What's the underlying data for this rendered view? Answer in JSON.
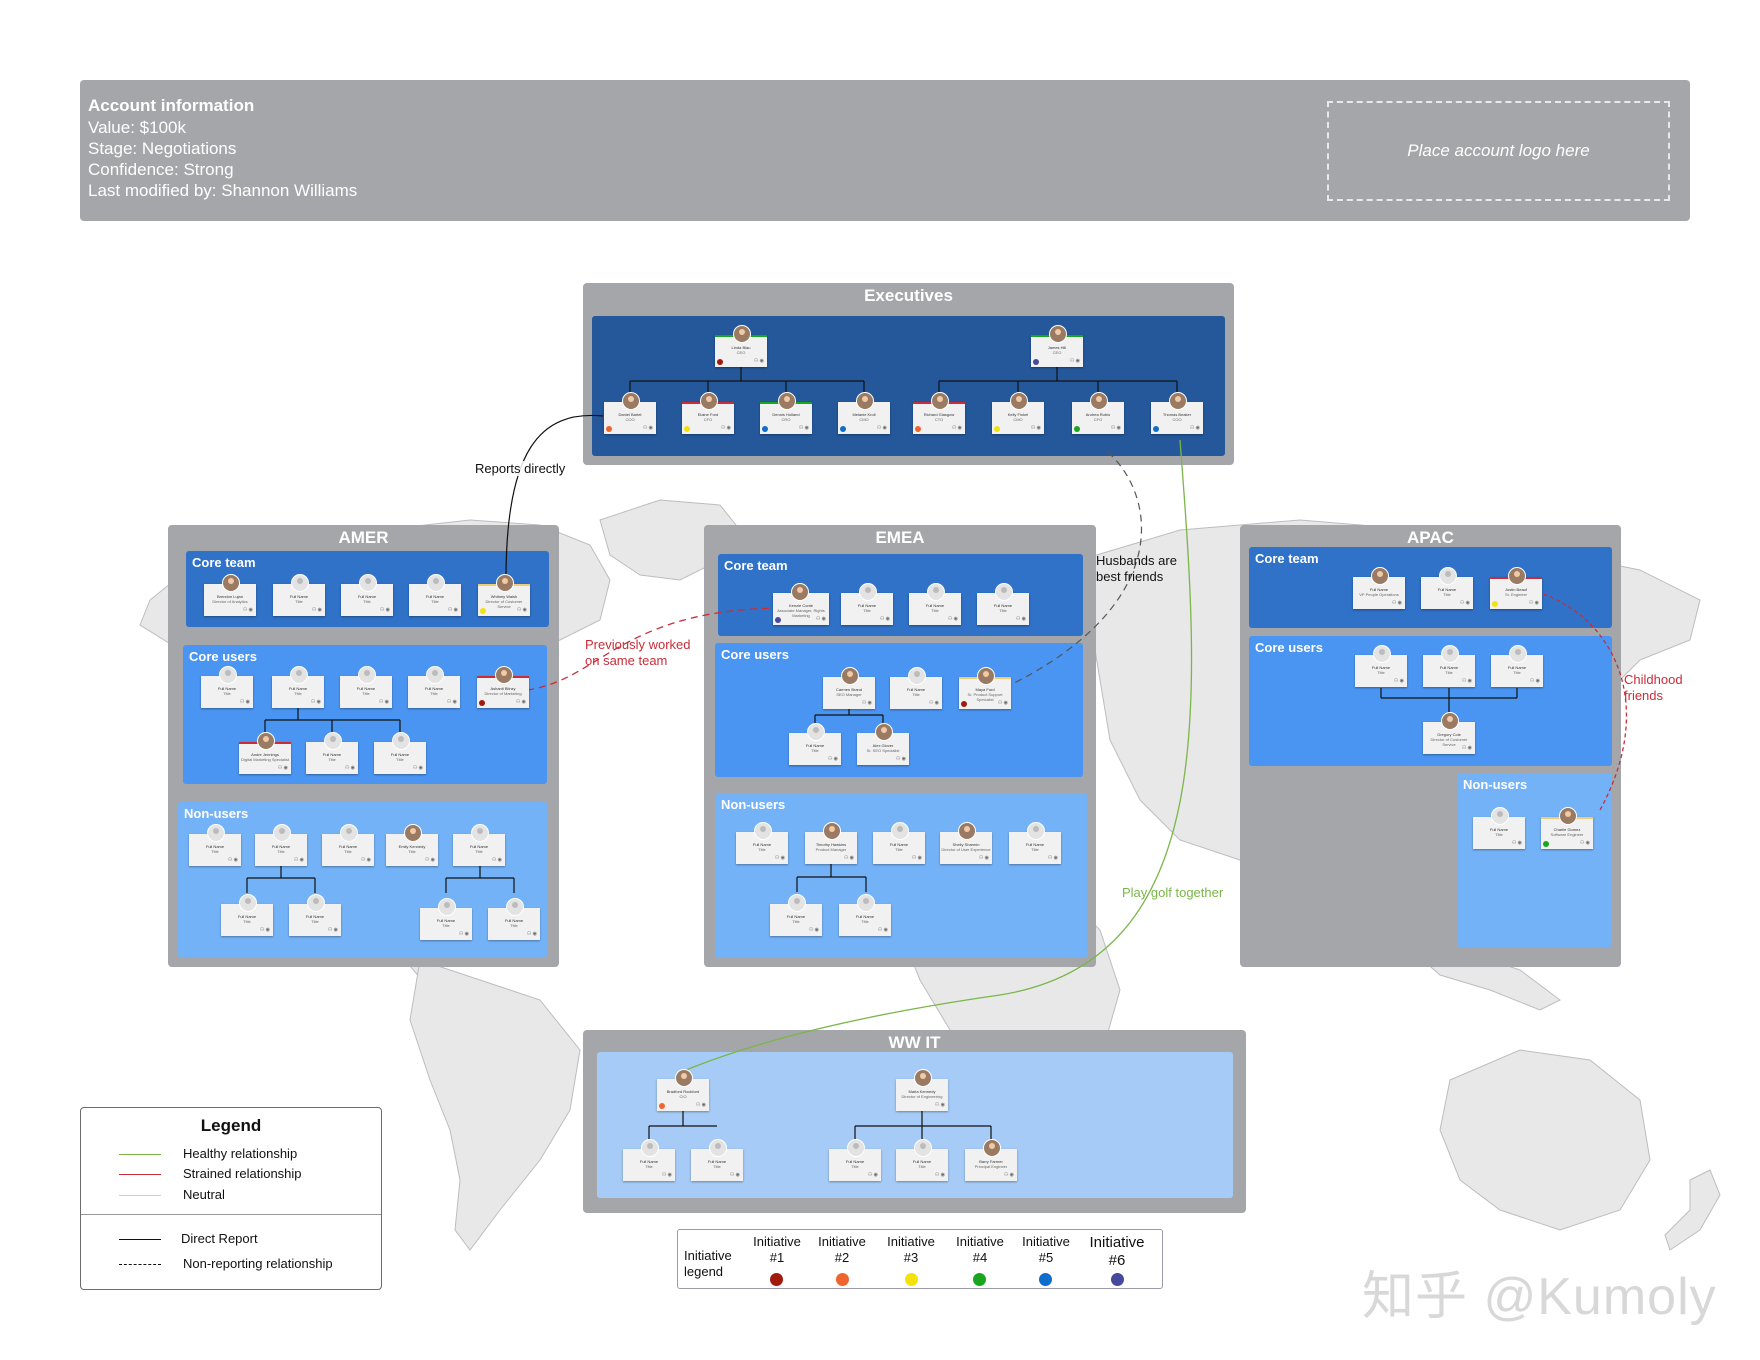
{
  "account": {
    "title": "Account information",
    "value": "Value: $100k",
    "stage": "Stage: Negotiations",
    "confidence": "Confidence: Strong",
    "modified": "Last modified by: Shannon Williams",
    "logo_placeholder": "Place account logo here"
  },
  "groups": {
    "executives": "Executives",
    "amer": "AMER",
    "emea": "EMEA",
    "apac": "APAC",
    "wwit": "WW IT"
  },
  "teams": {
    "core_team": "Core team",
    "core_users": "Core users",
    "non_users": "Non-users"
  },
  "placeholder": {
    "name": "Full Name",
    "title": "Title",
    "icons": "⚇ ◉"
  },
  "executives": {
    "ceo_left": {
      "name": "Linda Blau",
      "title": "CEO"
    },
    "ceo_right": {
      "name": "James Hill",
      "title": "CEO"
    },
    "reports": [
      {
        "name": "Daniel Bartel",
        "title": "COO"
      },
      {
        "name": "Elaine Ford",
        "title": "CFO"
      },
      {
        "name": "Dennis Holland",
        "title": "CRO"
      },
      {
        "name": "Melanie Kroll",
        "title": "CMO"
      },
      {
        "name": "Richard Glasgow",
        "title": "CTO"
      },
      {
        "name": "Kelly Finkel",
        "title": "CMO"
      },
      {
        "name": "Andrea Rubio",
        "title": "CFO"
      },
      {
        "name": "Thomas Beaker",
        "title": "COO"
      }
    ]
  },
  "amer": {
    "core_team": [
      {
        "name": "Brendon Lujan",
        "title": "Director of Analytics"
      },
      {
        "name": "Whitney Walsh",
        "title": "Director of Customer Service"
      }
    ],
    "core_users": [
      {
        "name": "Ashanti Blinzy",
        "title": "Director of Marketing"
      },
      {
        "name": "Andre Jennings",
        "title": "Digital Marketing Specialist"
      }
    ],
    "non_users": [
      {
        "name": "Emily Kennedy",
        "title": "Title"
      }
    ]
  },
  "emea": {
    "core_team": [
      {
        "name": "Kenzie Conte",
        "title": "Associate Manager, Rights Marketing"
      }
    ],
    "core_users": [
      {
        "name": "Carmen Brand",
        "title": "SEO Manager"
      },
      {
        "name": "Maya Ford",
        "title": "Sr. Product Support Specialist"
      },
      {
        "name": "Alex Glover",
        "title": "Sr. SEO Specialist"
      }
    ],
    "non_users": [
      {
        "name": "Timothy Hawkins",
        "title": "Product Manager"
      },
      {
        "name": "Shelly Sharmin",
        "title": "Director of User Experience"
      }
    ]
  },
  "apac": {
    "core_team": [
      {
        "name": "Full Name",
        "title": "VP People Operations"
      },
      {
        "name": "Justin Beauf",
        "title": "Sr. Engineer"
      }
    ],
    "core_users": [
      {
        "name": "Gregory Cole",
        "title": "Director of Customer Service"
      }
    ],
    "non_users": [
      {
        "name": "Charlie Gomez",
        "title": "Software Engineer"
      }
    ]
  },
  "wwit": {
    "lead_left": {
      "name": "Bradford Rockford",
      "title": "CIO"
    },
    "lead_right": {
      "name": "Marla Kennedy",
      "title": "Director of Engineering"
    },
    "staff": {
      "name": "Barry Farmer",
      "title": "Principal Engineer"
    }
  },
  "annotations": {
    "reports_directly": "Reports directly",
    "husbands": "Husbands are best friends",
    "previously": "Previously worked on same team",
    "golf": "Play golf together",
    "childhood": "Childhood friends"
  },
  "legend": {
    "title": "Legend",
    "healthy": "Healthy relationship",
    "strained": "Strained relationship",
    "neutral": "Neutral",
    "direct": "Direct Report",
    "nonreporting": "Non-reporting relationship"
  },
  "initiatives": {
    "label": "Initiative legend",
    "items": [
      {
        "label": "Initiative #1",
        "color": "#a21a0b"
      },
      {
        "label": "Initiative #2",
        "color": "#f0652d"
      },
      {
        "label": "Initiative #3",
        "color": "#f2e20d"
      },
      {
        "label": "Initiative #4",
        "color": "#17a61d"
      },
      {
        "label": "Initiative #5",
        "color": "#0f6ec9"
      },
      {
        "label": "Initiative #6",
        "color": "#48489c"
      }
    ]
  },
  "colors": {
    "group_gray": "#a5a6a9",
    "healthy": "#7ab648",
    "strained": "#c92d39",
    "neutral": "#efcc78",
    "core_blue": "#2f72c8"
  },
  "watermark": "知乎 @Kumoly"
}
